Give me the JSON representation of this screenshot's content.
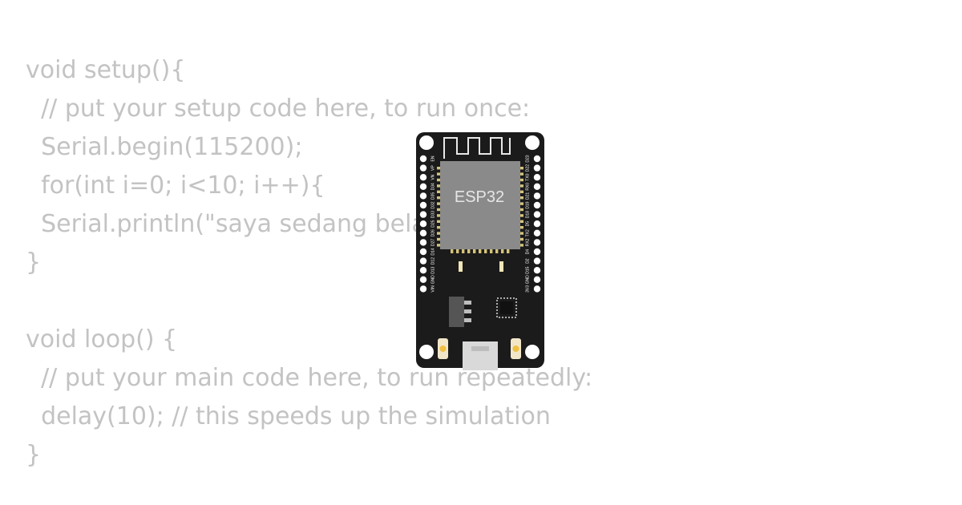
{
  "code_lines": [
    "void setup(){",
    "  // put your setup code here, to run once:",
    "  Serial.begin(115200);",
    "  for(int i=0; i<10; i++){",
    "  Serial.println(\"saya sedang belaj",
    "}",
    "",
    "void loop() {",
    "  // put your main code here, to run repeatedly:",
    "  delay(10); // this speeds up the simulation",
    "}"
  ],
  "board": {
    "chip_label": "ESP32",
    "left_pins": [
      "EN",
      "VP",
      "VN",
      "D34",
      "D35",
      "D32",
      "D33",
      "D25",
      "D26",
      "D27",
      "D14",
      "D12",
      "D13",
      "GND",
      "VIN"
    ],
    "right_pins": [
      "D23",
      "D22",
      "TX0",
      "RX0",
      "D21",
      "D19",
      "D18",
      "D5",
      "TX2",
      "RX2",
      "D4",
      "D2",
      "D15",
      "GND",
      "3V3"
    ],
    "colors": {
      "pcb": "#1b1b1b",
      "chip": "#8a8a8a",
      "antenna": "#e8e8e8",
      "pin_gold": "#d4c47a",
      "code_text": "#c3c3c3"
    }
  }
}
